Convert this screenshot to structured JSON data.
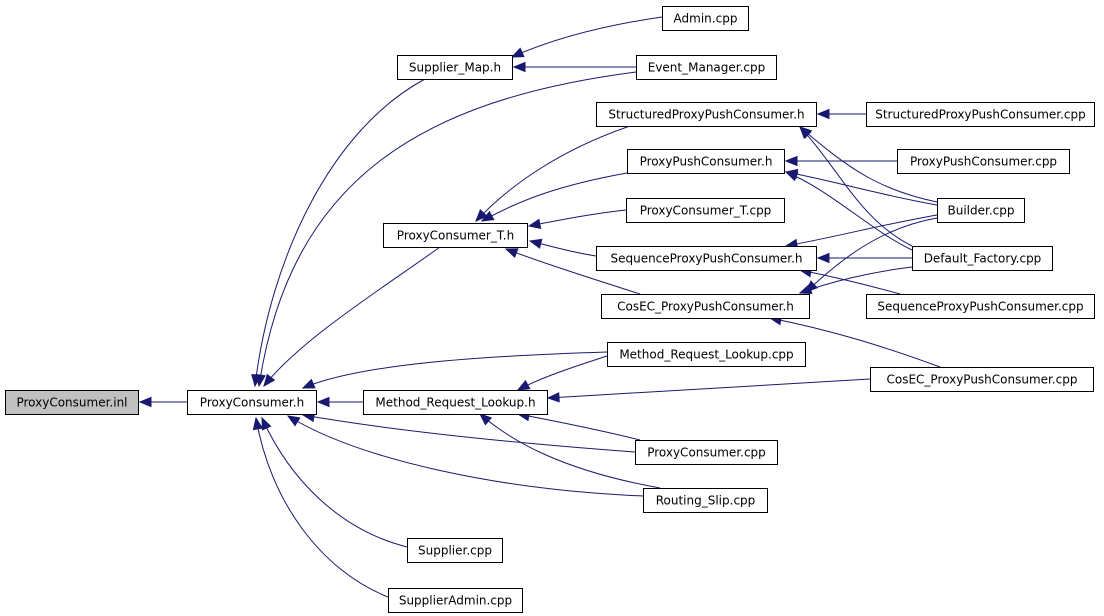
{
  "diagram": {
    "colors": {
      "edge": "#191970",
      "node_border": "#000000",
      "root_fill": "#c0c0c0",
      "node_fill": "#ffffff"
    },
    "nodes": [
      {
        "id": "proxyconsumer_inl",
        "label": "ProxyConsumer.inl",
        "highlighted": true
      },
      {
        "id": "proxyconsumer_h",
        "label": "ProxyConsumer.h"
      },
      {
        "id": "supplier_map_h",
        "label": "Supplier_Map.h"
      },
      {
        "id": "admin_cpp",
        "label": "Admin.cpp"
      },
      {
        "id": "event_manager_cpp",
        "label": "Event_Manager.cpp"
      },
      {
        "id": "structured_ppc_h",
        "label": "StructuredProxyPushConsumer.h"
      },
      {
        "id": "structured_ppc_cpp",
        "label": "StructuredProxyPushConsumer.cpp"
      },
      {
        "id": "ppc_h",
        "label": "ProxyPushConsumer.h"
      },
      {
        "id": "ppc_cpp",
        "label": "ProxyPushConsumer.cpp"
      },
      {
        "id": "proxyconsumer_t_h",
        "label": "ProxyConsumer_T.h"
      },
      {
        "id": "proxyconsumer_t_cpp",
        "label": "ProxyConsumer_T.cpp"
      },
      {
        "id": "builder_cpp",
        "label": "Builder.cpp"
      },
      {
        "id": "sequence_ppc_h",
        "label": "SequenceProxyPushConsumer.h"
      },
      {
        "id": "default_factory_cpp",
        "label": "Default_Factory.cpp"
      },
      {
        "id": "cosec_ppc_h",
        "label": "CosEC_ProxyPushConsumer.h"
      },
      {
        "id": "sequence_ppc_cpp",
        "label": "SequenceProxyPushConsumer.cpp"
      },
      {
        "id": "mrl_cpp",
        "label": "Method_Request_Lookup.cpp"
      },
      {
        "id": "cosec_ppc_cpp",
        "label": "CosEC_ProxyPushConsumer.cpp"
      },
      {
        "id": "mrl_h",
        "label": "Method_Request_Lookup.h"
      },
      {
        "id": "proxyconsumer_cpp",
        "label": "ProxyConsumer.cpp"
      },
      {
        "id": "routing_slip_cpp",
        "label": "Routing_Slip.cpp"
      },
      {
        "id": "supplier_cpp",
        "label": "Supplier.cpp"
      },
      {
        "id": "supplieradmin_cpp",
        "label": "SupplierAdmin.cpp"
      }
    ],
    "edges": [
      {
        "from": "proxyconsumer_h",
        "to": "proxyconsumer_inl"
      },
      {
        "from": "supplier_map_h",
        "to": "proxyconsumer_h"
      },
      {
        "from": "admin_cpp",
        "to": "supplier_map_h"
      },
      {
        "from": "event_manager_cpp",
        "to": "supplier_map_h"
      },
      {
        "from": "event_manager_cpp",
        "to": "proxyconsumer_h"
      },
      {
        "from": "proxyconsumer_t_h",
        "to": "proxyconsumer_h"
      },
      {
        "from": "structured_ppc_h",
        "to": "proxyconsumer_t_h"
      },
      {
        "from": "structured_ppc_cpp",
        "to": "structured_ppc_h"
      },
      {
        "from": "builder_cpp",
        "to": "structured_ppc_h"
      },
      {
        "from": "default_factory_cpp",
        "to": "structured_ppc_h"
      },
      {
        "from": "ppc_h",
        "to": "proxyconsumer_t_h"
      },
      {
        "from": "ppc_cpp",
        "to": "ppc_h"
      },
      {
        "from": "builder_cpp",
        "to": "ppc_h"
      },
      {
        "from": "default_factory_cpp",
        "to": "ppc_h"
      },
      {
        "from": "proxyconsumer_t_cpp",
        "to": "proxyconsumer_t_h"
      },
      {
        "from": "sequence_ppc_h",
        "to": "proxyconsumer_t_h"
      },
      {
        "from": "builder_cpp",
        "to": "sequence_ppc_h"
      },
      {
        "from": "default_factory_cpp",
        "to": "sequence_ppc_h"
      },
      {
        "from": "sequence_ppc_cpp",
        "to": "sequence_ppc_h"
      },
      {
        "from": "cosec_ppc_h",
        "to": "proxyconsumer_t_h"
      },
      {
        "from": "builder_cpp",
        "to": "cosec_ppc_h"
      },
      {
        "from": "default_factory_cpp",
        "to": "cosec_ppc_h"
      },
      {
        "from": "cosec_ppc_cpp",
        "to": "cosec_ppc_h"
      },
      {
        "from": "mrl_cpp",
        "to": "proxyconsumer_h"
      },
      {
        "from": "mrl_h",
        "to": "proxyconsumer_h"
      },
      {
        "from": "mrl_cpp",
        "to": "mrl_h"
      },
      {
        "from": "cosec_ppc_cpp",
        "to": "mrl_h"
      },
      {
        "from": "proxyconsumer_cpp",
        "to": "mrl_h"
      },
      {
        "from": "routing_slip_cpp",
        "to": "mrl_h"
      },
      {
        "from": "proxyconsumer_cpp",
        "to": "proxyconsumer_h"
      },
      {
        "from": "routing_slip_cpp",
        "to": "proxyconsumer_h"
      },
      {
        "from": "supplier_cpp",
        "to": "proxyconsumer_h"
      },
      {
        "from": "supplieradmin_cpp",
        "to": "proxyconsumer_h"
      }
    ]
  }
}
